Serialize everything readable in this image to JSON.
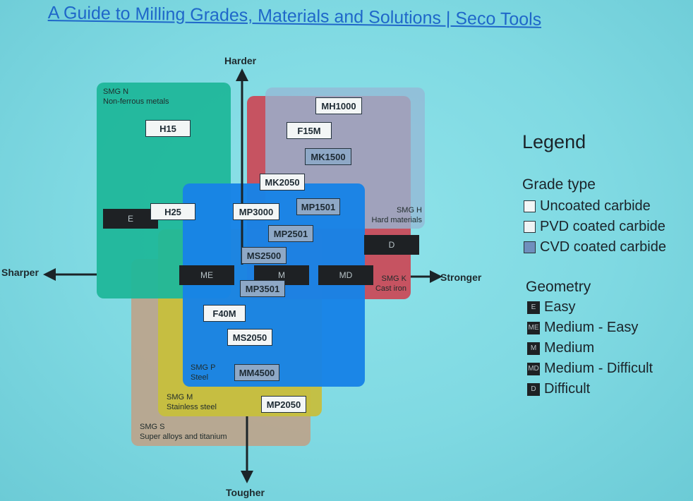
{
  "title": "A Guide to Milling Grades, Materials and Solutions | Seco Tools",
  "axes": {
    "up": "Harder",
    "down": "Tougher",
    "left": "Sharper",
    "right": "Stronger"
  },
  "regions": {
    "n": {
      "code": "SMG N",
      "name": "Non-ferrous metals",
      "color": "#1fb79a"
    },
    "h": {
      "code": "SMG H",
      "name": "Hard materials",
      "color": "#95b9d6"
    },
    "k": {
      "code": "SMG K",
      "name": "Cast iron",
      "color": "#c94b5a"
    },
    "p": {
      "code": "SMG P",
      "name": "Steel",
      "color": "#1883e6"
    },
    "m": {
      "code": "SMG M",
      "name": "Stainless steel",
      "color": "#c6bf3d"
    },
    "s": {
      "code": "SMG S",
      "name": "Super alloys and titanium",
      "color": "#bba58d"
    }
  },
  "grades": {
    "h15": "H15",
    "h25": "H25",
    "mh1000": "MH1000",
    "f15m": "F15M",
    "mk1500": "MK1500",
    "mk2050": "MK2050",
    "mp3000": "MP3000",
    "mp1501": "MP1501",
    "mp2501": "MP2501",
    "ms2500": "MS2500",
    "mp3501": "MP3501",
    "f40m": "F40M",
    "ms2050": "MS2050",
    "mm4500": "MM4500",
    "mp2050": "MP2050"
  },
  "geometry_marks": {
    "e": "E",
    "me": "ME",
    "m": "M",
    "md": "MD",
    "d": "D"
  },
  "legend": {
    "title": "Legend",
    "grade_type_title": "Grade type",
    "grade_types": [
      {
        "label": "Uncoated carbide",
        "color": "#f3f6f6"
      },
      {
        "label": "PVD coated carbide",
        "color": "#eef3f4"
      },
      {
        "label": "CVD coated carbide",
        "color": "#6f8fbd"
      }
    ],
    "geometry_title": "Geometry",
    "geometries": [
      {
        "icon": "E",
        "label": "Easy"
      },
      {
        "icon": "ME",
        "label": "Medium - Easy"
      },
      {
        "icon": "M",
        "label": "Medium"
      },
      {
        "icon": "MD",
        "label": "Medium - Difficult"
      },
      {
        "icon": "D",
        "label": "Difficult"
      }
    ]
  }
}
